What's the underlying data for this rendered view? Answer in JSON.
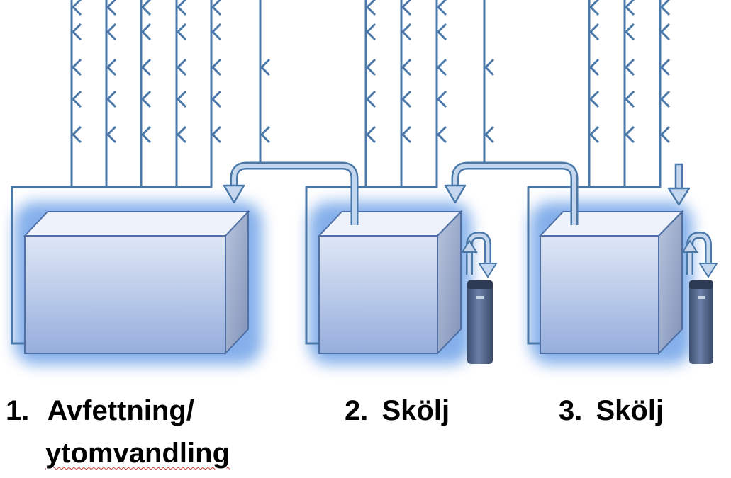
{
  "colors": {
    "pipe": "#4a78a8",
    "arrow_fill": "#c5d7ee",
    "tank_front_top": "#dfe7f6",
    "tank_front_bottom": "#96aedc",
    "tank_side": "#98a9c9",
    "tank_top": "#eef2fa",
    "tank_edge": "#4f6fa5",
    "glow": "#6fa3e8",
    "filter": "#4e6387"
  },
  "stages": [
    {
      "number": "1.",
      "name_line1": "Avfettning/",
      "name_line2": "ytomvandling"
    },
    {
      "number": "2.",
      "name_line1": "Skölj"
    },
    {
      "number": "3.",
      "name_line1": "Skölj"
    }
  ]
}
